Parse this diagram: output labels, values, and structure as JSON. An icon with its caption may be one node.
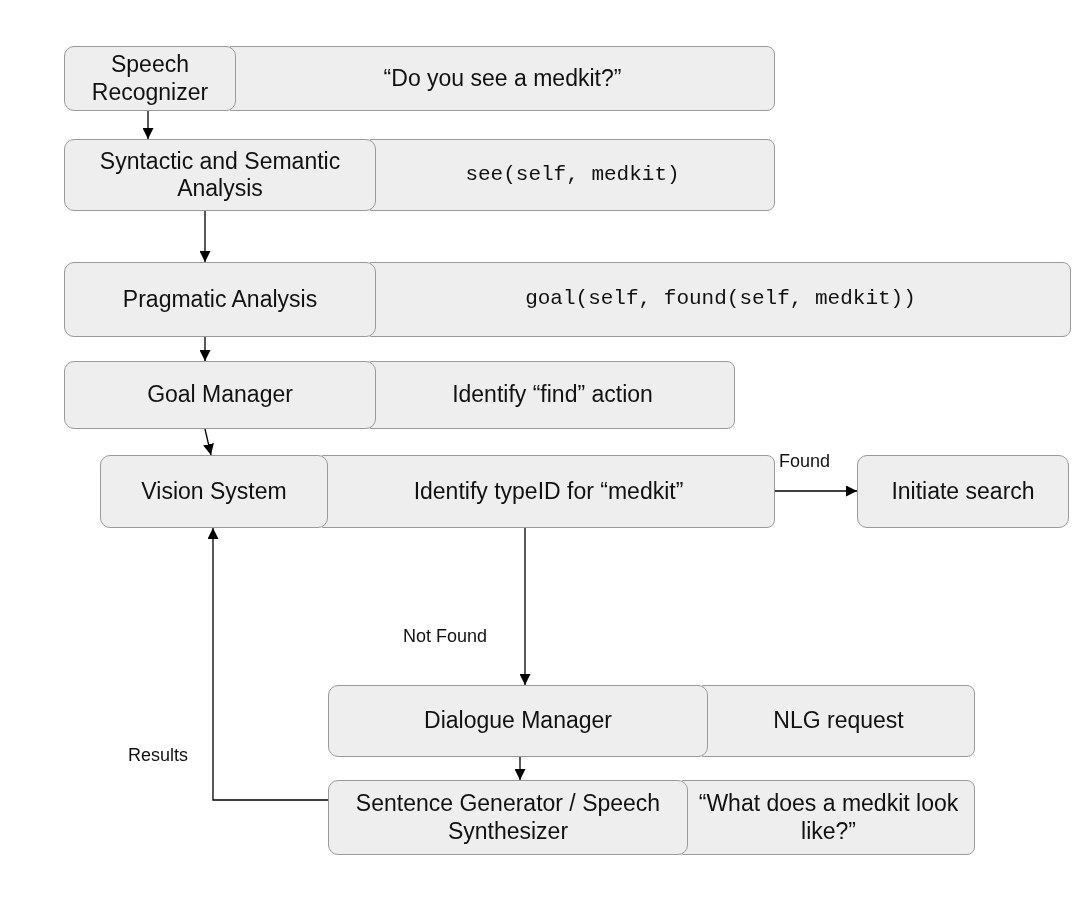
{
  "diagram": {
    "nodes": [
      {
        "text": [
          "Speech Recognizer"
        ]
      },
      {
        "text": [
          "“Do you see a medkit?”"
        ]
      },
      {
        "text": [
          "Syntactic and Semantic Analysis"
        ]
      },
      {
        "text": [
          "see(self, medkit)"
        ]
      },
      {
        "text": [
          "Pragmatic Analysis"
        ]
      },
      {
        "text": [
          "goal(self, found(self, medkit))"
        ]
      },
      {
        "text": [
          "Goal Manager"
        ]
      },
      {
        "text": [
          "Identify “find” action"
        ]
      },
      {
        "text": [
          "Vision System"
        ]
      },
      {
        "text": [
          "Identify typeID for “medkit”"
        ]
      },
      {
        "text": [
          "Initiate search"
        ]
      },
      {
        "text": [
          "Dialogue Manager"
        ]
      },
      {
        "text": [
          "NLG request"
        ]
      },
      {
        "text": [
          "Sentence Generator / Speech Synthesizer"
        ]
      },
      {
        "text": [
          "“What does a medkit look like?”"
        ]
      }
    ],
    "edges": [
      {
        "from": 0,
        "to": 2,
        "arrow": "to"
      },
      {
        "from": 2,
        "to": 4,
        "arrow": "to"
      },
      {
        "from": 4,
        "to": 6,
        "arrow": "to"
      },
      {
        "from": 6,
        "to": 8,
        "arrow": "to"
      },
      {
        "from": 9,
        "to": 10,
        "arrow": "to",
        "label": "Found"
      },
      {
        "from": 9,
        "to": 11,
        "arrow": "to",
        "label": "Not Found"
      },
      {
        "from": 11,
        "to": 13,
        "arrow": "to"
      },
      {
        "from": 13,
        "to": 8,
        "arrow": "to",
        "label": "Results"
      }
    ]
  }
}
